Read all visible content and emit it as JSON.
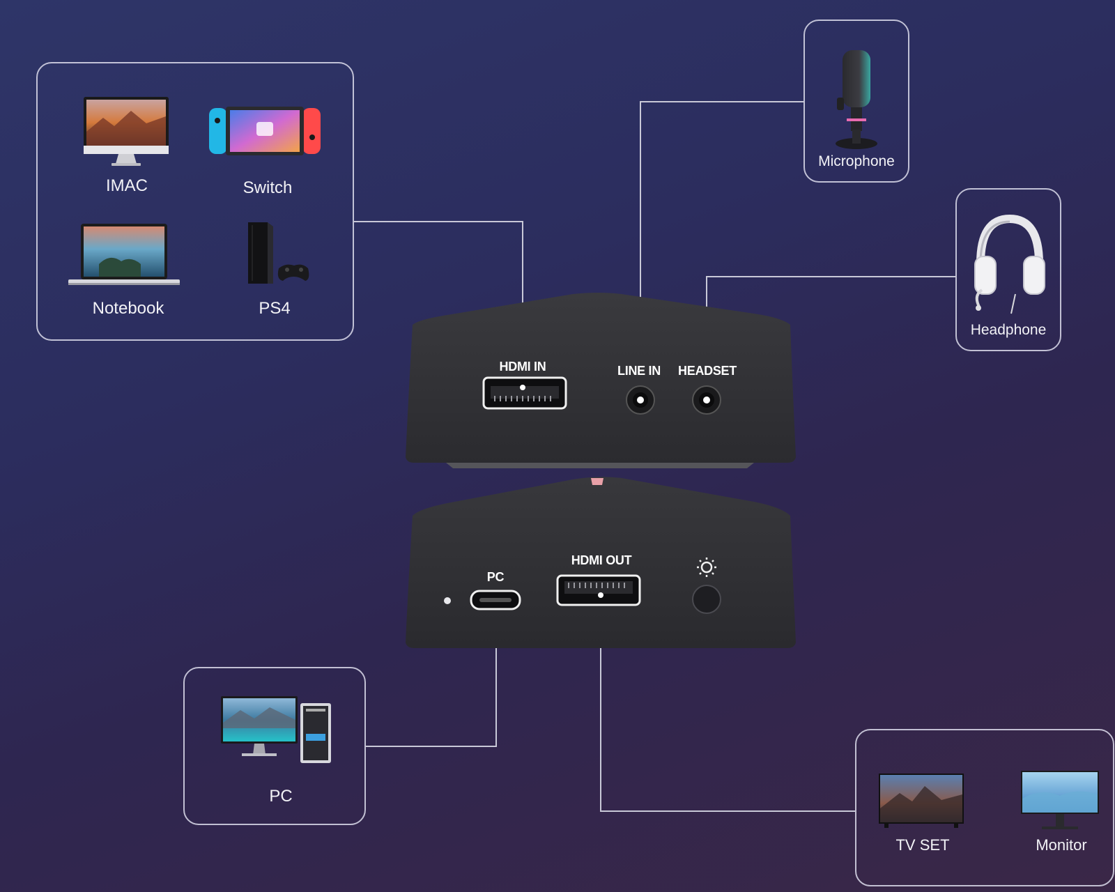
{
  "sources": {
    "imac": "IMAC",
    "switch": "Switch",
    "notebook": "Notebook",
    "ps4": "PS4"
  },
  "microphone": "Microphone",
  "headphone": "Headphone",
  "device_top": {
    "hdmi_in": "HDMI IN",
    "line_in": "LINE IN",
    "headset": "HEADSET"
  },
  "device_bottom": {
    "pc": "PC",
    "hdmi_out": "HDMI OUT"
  },
  "pc": "PC",
  "displays": {
    "tv": "TV SET",
    "monitor": "Monitor"
  }
}
